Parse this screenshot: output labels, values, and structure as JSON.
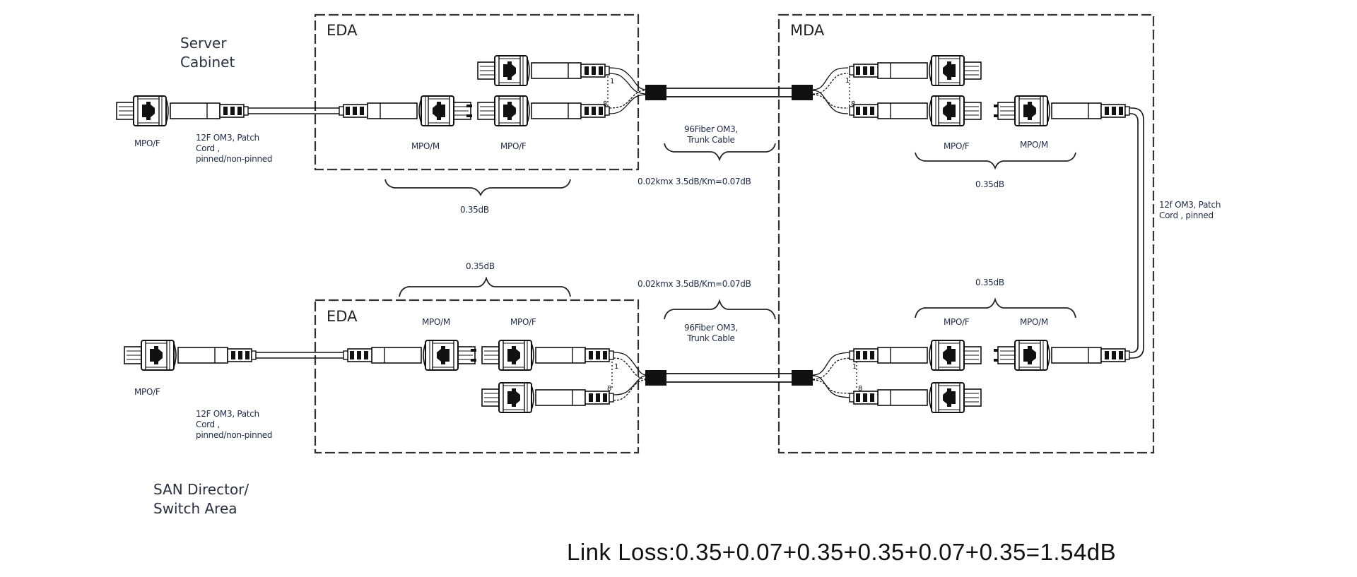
{
  "regions": {
    "eda_top": "EDA",
    "eda_bottom": "EDA",
    "mda": "MDA"
  },
  "areas": {
    "server_cabinet": [
      "Server",
      "Cabinet"
    ],
    "san_director": [
      "SAN Director/",
      "Switch Area"
    ]
  },
  "connectors": {
    "mpo_f": "MPO/F",
    "mpo_m": "MPO/M"
  },
  "cables": {
    "patch_cord_top": [
      "12F OM3, Patch",
      "Cord ,",
      "pinned/non-pinned"
    ],
    "patch_cord_bottom": [
      "12F OM3, Patch",
      "Cord ,",
      "pinned/non-pinned"
    ],
    "patch_cord_right": [
      "12f OM3, Patch",
      "Cord , pinned"
    ],
    "trunk_top": [
      "96Fiber OM3,",
      "Trunk Cable"
    ],
    "trunk_bottom": [
      "96Fiber OM3,",
      "Trunk Cable"
    ],
    "breakout_range": {
      "start": "1",
      "end": "8"
    }
  },
  "losses": {
    "connection_pair": "0.35dB",
    "trunk_calc": "0.02kmx 3.5dB/Km=0.07dB",
    "link_loss": "Link Loss:0.35+0.07+0.35+0.35+0.07+0.35=1.54dB"
  },
  "link_loss_terms": [
    0.35,
    0.07,
    0.35,
    0.35,
    0.07,
    0.35
  ],
  "link_loss_total_db": 1.54,
  "colors": {
    "line": "#111111",
    "dash": "#333333",
    "text": "#1f2a44"
  }
}
